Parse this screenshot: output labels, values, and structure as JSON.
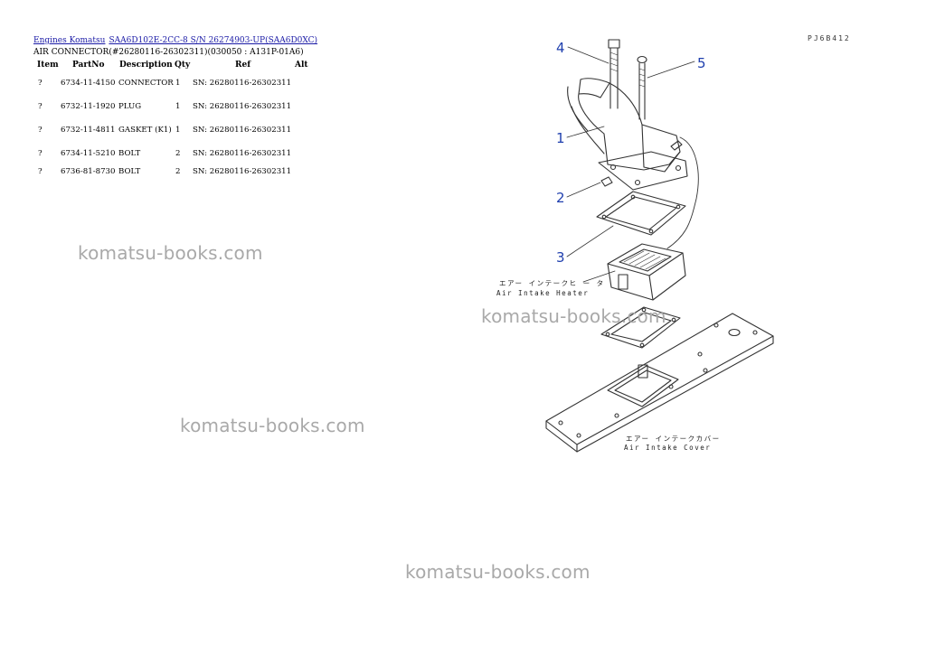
{
  "breadcrumb": {
    "link1": "Engines Komatsu",
    "link2": "SAA6D102E-2CC-8 S/N 26274903-UP(SAA6D0XC)"
  },
  "subtitle": "AIR CONNECTOR(#26280116-26302311)(030050 : A131P-01A6)",
  "table": {
    "headers": {
      "item": "Item",
      "partno": "PartNo",
      "desc": "Description",
      "qty": "Qty",
      "ref": "Ref",
      "alt": "Alt"
    },
    "rows": [
      {
        "item": "?",
        "partno": "6734-11-4150",
        "desc": "CONNECTOR",
        "qty": "1",
        "ref": "SN: 26280116-26302311"
      },
      {
        "item": "?",
        "partno": "6732-11-1920",
        "desc": "PLUG",
        "qty": "1",
        "ref": "SN: 26280116-26302311"
      },
      {
        "item": "?",
        "partno": "6732-11-4811",
        "desc": "GASKET (K1)",
        "qty": "1",
        "ref": "SN: 26280116-26302311"
      },
      {
        "item": "?",
        "partno": "6734-11-5210",
        "desc": "BOLT",
        "qty": "2",
        "ref": "SN: 26280116-26302311"
      },
      {
        "item": "?",
        "partno": "6736-81-8730",
        "desc": "BOLT",
        "qty": "2",
        "ref": "SN: 26280116-26302311"
      }
    ]
  },
  "watermark": "komatsu-books.com",
  "diagram": {
    "code": "PJ6B412",
    "callouts": [
      "1",
      "2",
      "3",
      "4",
      "5"
    ],
    "heater_label_jp": "エアー インテークヒ ー タ",
    "heater_label_en": "Air Intake Heater",
    "cover_label_jp": "エアー インテークカバー",
    "cover_label_en": "Air Intake Cover"
  },
  "colors": {
    "link": "#1a1aa6",
    "watermark": "#a9a9a9",
    "callout": "#1f3fae"
  }
}
